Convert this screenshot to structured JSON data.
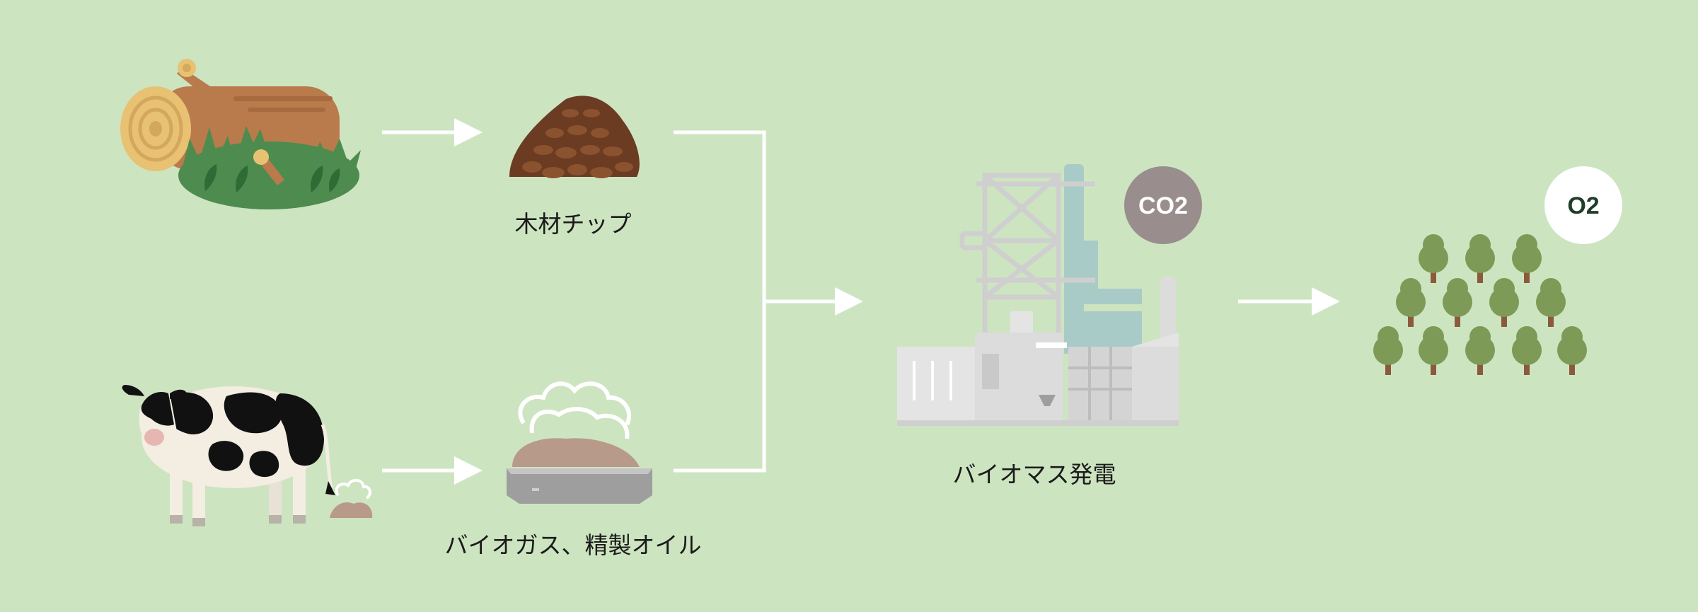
{
  "labels": {
    "wood_chip": "木材チップ",
    "biogas": "バイオガス、精製オイル",
    "power_plant": "バイオマス発電"
  },
  "badges": {
    "co2": "CO2",
    "o2": "O2"
  },
  "colors": {
    "background": "#cde4c1",
    "arrow": "#ffffff",
    "co2_badge": "#9a8d8d",
    "o2_badge": "#ffffff",
    "tree": "#7d9a56",
    "log": "#b97b4c",
    "log_end": "#e8c173",
    "bush": "#4e8b4e",
    "chips": "#6b3b22",
    "digestate": "#b89a8a",
    "plant": "#dcdcdc",
    "pipe": "#a9cbc8"
  }
}
